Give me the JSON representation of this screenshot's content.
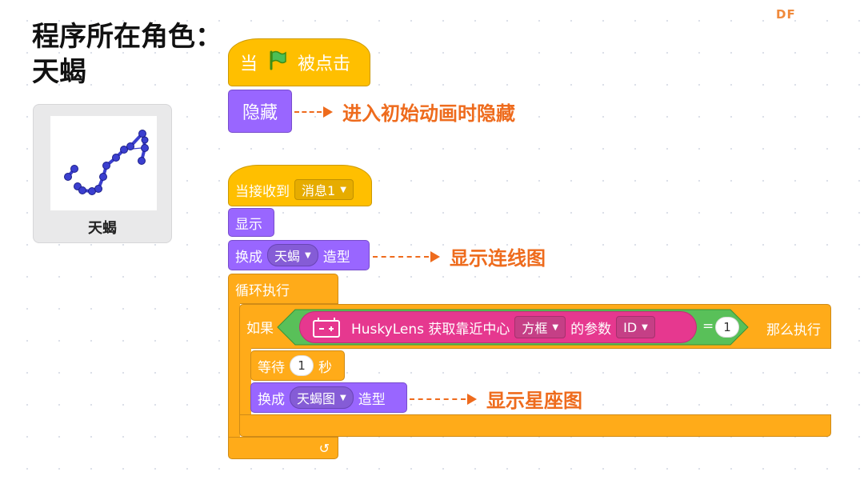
{
  "left_panel": {
    "title_line1": "程序所在角色：",
    "title_line2": "天蝎",
    "sprite_name": "天蝎"
  },
  "watermark": "DF",
  "script1": {
    "hat_prefix": "当",
    "hat_suffix": "被点击",
    "hide_label": "隐藏",
    "annotation": "进入初始动画时隐藏"
  },
  "script2": {
    "hat_label": "当接收到",
    "message_value": "消息1",
    "show_label": "显示",
    "switch1": {
      "prefix": "换成",
      "costume": "天蝎",
      "suffix": "造型"
    },
    "annotation_switch1": "显示连线图",
    "forever_label": "循环执行",
    "if_label": "如果",
    "then_label": "那么执行",
    "husky": {
      "label": "HuskyLens 获取靠近中心",
      "box_value": "方框",
      "param_label": "的参数",
      "param_value": "ID"
    },
    "equals_sign": "=",
    "equals_value": "1",
    "wait": {
      "prefix": "等待",
      "value": "1",
      "suffix": "秒"
    },
    "switch2": {
      "prefix": "换成",
      "costume": "天蝎图",
      "suffix": "造型"
    },
    "annotation_switch2": "显示星座图",
    "loop_arrow": "↺"
  },
  "colors": {
    "events": "#ffbf00",
    "looks": "#9966ff",
    "control": "#ffab19",
    "huskylens": "#e6388f",
    "operator": "#59c059",
    "annotation": "#ee6b1d"
  }
}
